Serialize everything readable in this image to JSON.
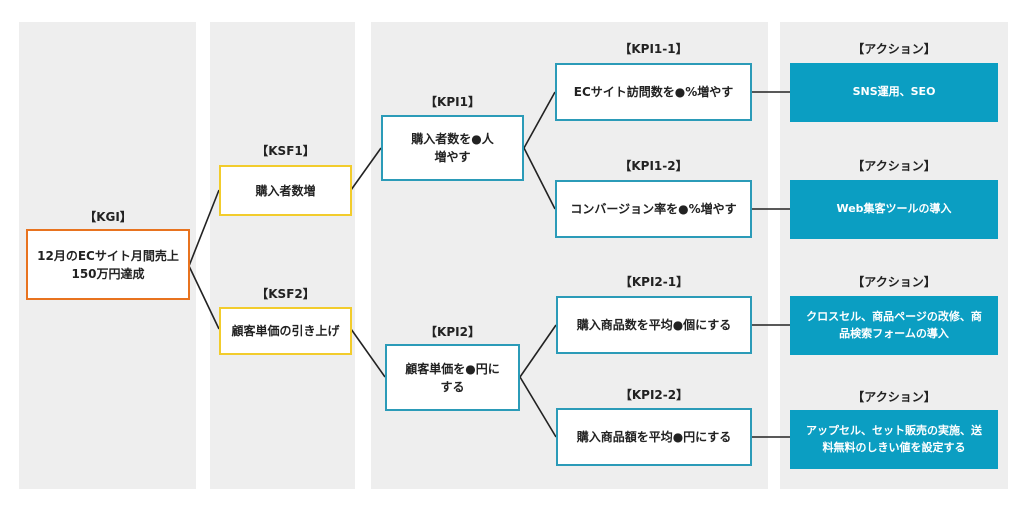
{
  "kgi": {
    "label": "【KGI】",
    "line1": "12月のECサイト月間売上",
    "line2": "150万円達成"
  },
  "ksf": [
    {
      "label": "【KSF1】",
      "text": "購入者数増"
    },
    {
      "label": "【KSF2】",
      "text": "顧客単価の引き上げ"
    }
  ],
  "kpi": [
    {
      "label": "【KPI1】",
      "line1": "購入者数を●人",
      "line2": "増やす"
    },
    {
      "label": "【KPI2】",
      "line1": "顧客単価を●円に",
      "line2": "する"
    }
  ],
  "subkpi": [
    {
      "label": "【KPI1-1】",
      "text": "ECサイト訪問数を●%増やす"
    },
    {
      "label": "【KPI1-2】",
      "text": "コンバージョン率を●%増やす"
    },
    {
      "label": "【KPI2-1】",
      "text": "購入商品数を平均●個にする"
    },
    {
      "label": "【KPI2-2】",
      "text": "購入商品額を平均●円にする"
    }
  ],
  "actions": [
    {
      "label": "【アクション】",
      "line1": "SNS運用、SEO",
      "line2": ""
    },
    {
      "label": "【アクション】",
      "line1": "Web集客ツールの導入",
      "line2": ""
    },
    {
      "label": "【アクション】",
      "line1": "クロスセル、商品ページの改修、商",
      "line2": "品検索フォームの導入"
    },
    {
      "label": "【アクション】",
      "line1": "アップセル、セット販売の実施、送",
      "line2": "料無料のしきい値を設定する"
    }
  ],
  "colors": {
    "kgi_border": "#e8731f",
    "ksf_border": "#f2cc2c",
    "kpi_border": "#2b9bb8",
    "action_fill": "#0b9ec2",
    "column_bg": "#eeeeee",
    "connector": "#222222"
  }
}
